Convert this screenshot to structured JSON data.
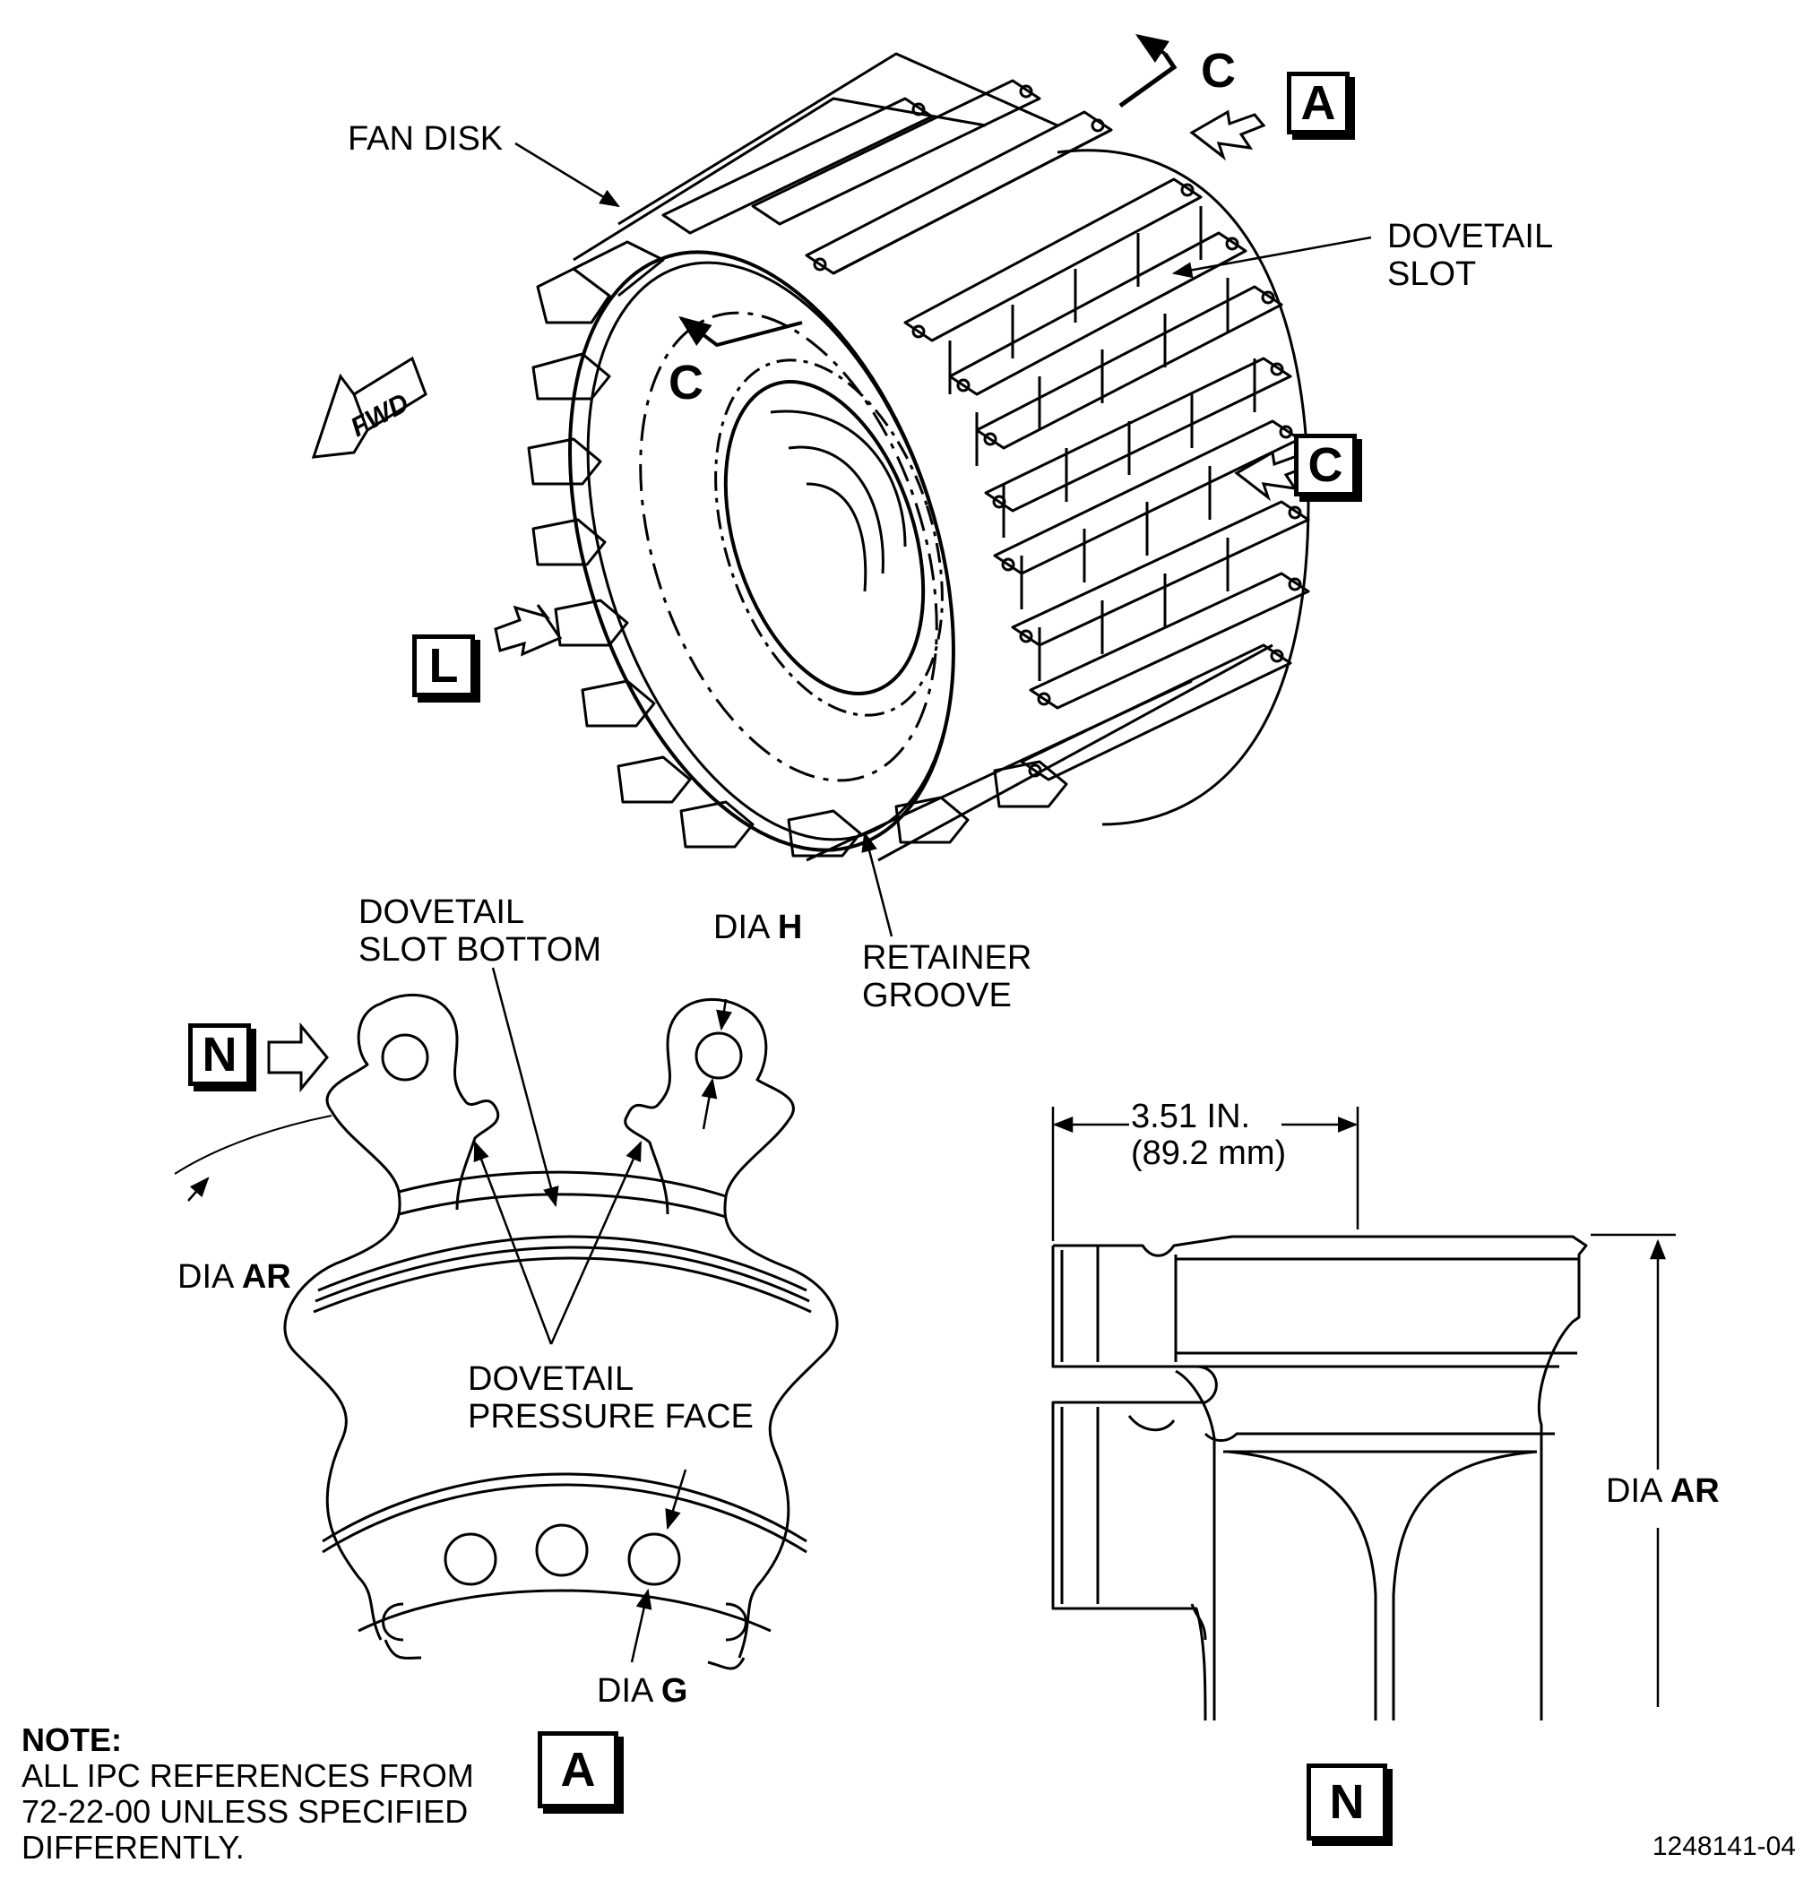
{
  "labels": {
    "fan_disk": "FAN DISK",
    "dovetail_slot": "DOVETAIL\nSLOT",
    "retainer_groove": "RETAINER\nGROOVE",
    "dovetail_slot_bottom": "DOVETAIL\nSLOT BOTTOM",
    "dovetail_pressure_face": "DOVETAIL\nPRESSURE FACE",
    "dia_h_prefix": "DIA",
    "dia_h_letter": "H",
    "dia_ar_prefix": "DIA",
    "dia_ar_letter": "AR",
    "dia_g_prefix": "DIA",
    "dia_g_letter": "G",
    "dia_ar2_prefix": "DIA",
    "dia_ar2_letter": "AR",
    "dim_in": "3.51 IN.",
    "dim_mm": "(89.2 mm)",
    "fwd": "FWD"
  },
  "view_markers": {
    "a_top": "A",
    "c_right": "C",
    "l_left": "L",
    "n_left": "N",
    "a_bottom": "A",
    "n_bottom": "N",
    "section_c_top": "C",
    "section_c_mid": "C"
  },
  "note": {
    "heading": "NOTE:",
    "body": "ALL IPC REFERENCES FROM\n72-22-00 UNLESS SPECIFIED\nDIFFERENTLY."
  },
  "figure_id": "1248141-04"
}
